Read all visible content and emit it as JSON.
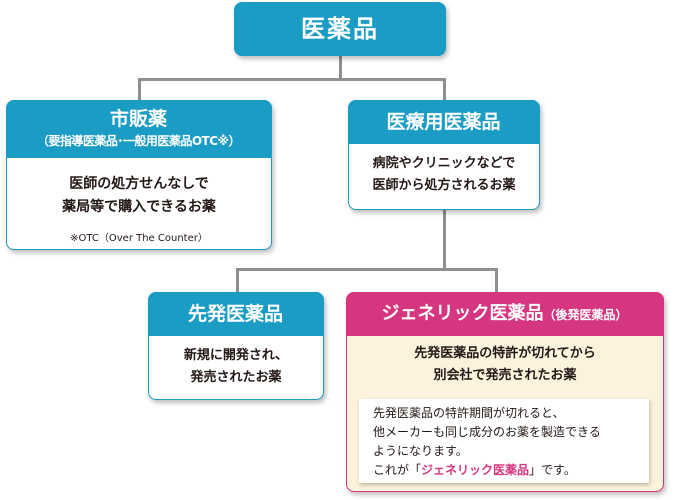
{
  "root": {
    "title": "医薬品"
  },
  "otc": {
    "title": "市販薬",
    "subtitle": "（要指導医薬品･一般用医薬品OTC※）",
    "body_line1": "医師の処方せんなしで",
    "body_line2": "薬局等で購入できるお薬",
    "note": "※OTC（Over The Counter）"
  },
  "rx": {
    "title": "医療用医薬品",
    "body_line1": "病院やクリニックなどで",
    "body_line2": "医師から処方されるお薬"
  },
  "brand": {
    "title": "先発医薬品",
    "body_line1": "新規に開発され、",
    "body_line2": "発売されたお薬"
  },
  "generic": {
    "title": "ジェネリック医薬品",
    "title_sub": "（後発医薬品）",
    "body_line1": "先発医薬品の特許が切れてから",
    "body_line2": "別会社で発売されたお薬",
    "note_line1": "先発医薬品の特許期間が切れると、",
    "note_line2": "他メーカーも同じ成分のお薬を製造できる",
    "note_line3": "ようになります。",
    "note_line4_pre": "これが「",
    "note_line4_em": "ジェネリック医薬品",
    "note_line4_post": "」です。"
  },
  "colors": {
    "blue": "#1a9cc4",
    "pink": "#d6357f",
    "cream": "#fdf3dc",
    "line": "#8f8f8f"
  }
}
